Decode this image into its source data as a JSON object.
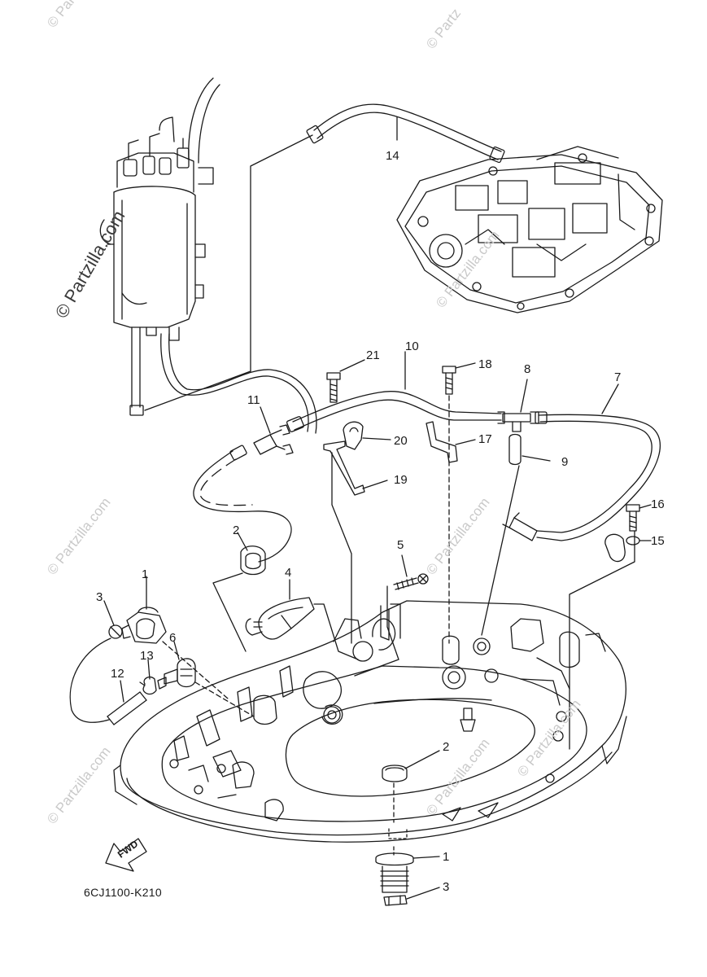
{
  "diagram": {
    "code": "6CJ1100-K210",
    "fwd_label": "FWD",
    "watermark": "© Partzilla.com",
    "watermark_short": "© Partz"
  },
  "callouts": [
    {
      "id": "c14",
      "label": "14"
    },
    {
      "id": "c21",
      "label": "21"
    },
    {
      "id": "c10",
      "label": "10"
    },
    {
      "id": "c18",
      "label": "18"
    },
    {
      "id": "c8",
      "label": "8"
    },
    {
      "id": "c7",
      "label": "7"
    },
    {
      "id": "c11",
      "label": "11"
    },
    {
      "id": "c20",
      "label": "20"
    },
    {
      "id": "c17",
      "label": "17"
    },
    {
      "id": "c9",
      "label": "9"
    },
    {
      "id": "c19",
      "label": "19"
    },
    {
      "id": "c16",
      "label": "16"
    },
    {
      "id": "c15",
      "label": "15"
    },
    {
      "id": "c2a",
      "label": "2"
    },
    {
      "id": "c5",
      "label": "5"
    },
    {
      "id": "c1a",
      "label": "1"
    },
    {
      "id": "c4",
      "label": "4"
    },
    {
      "id": "c3a",
      "label": "3"
    },
    {
      "id": "c6",
      "label": "6"
    },
    {
      "id": "c13",
      "label": "13"
    },
    {
      "id": "c12",
      "label": "12"
    },
    {
      "id": "c2b",
      "label": "2"
    },
    {
      "id": "c1b",
      "label": "1"
    },
    {
      "id": "c3b",
      "label": "3"
    }
  ]
}
